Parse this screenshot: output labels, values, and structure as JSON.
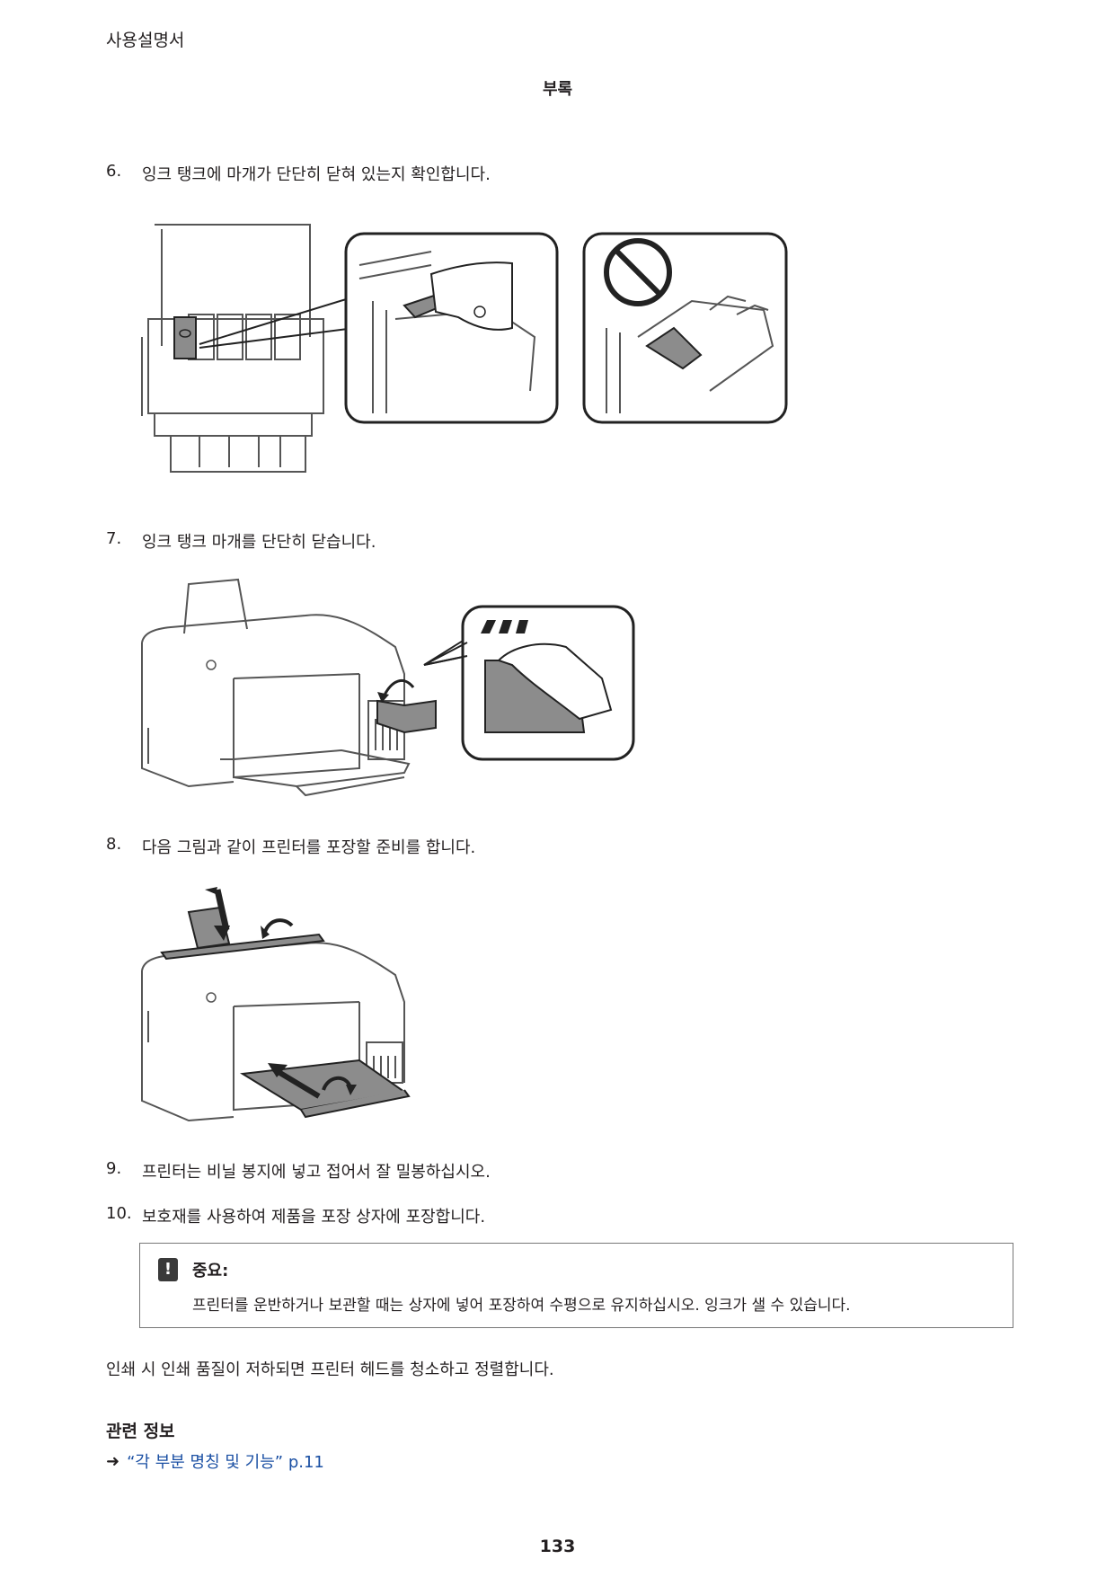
{
  "header": {
    "manual_title": "사용설명서",
    "section_title": "부록"
  },
  "steps": [
    {
      "number": "6.",
      "text": "잉크 탱크에 마개가 단단히 닫혀 있는지 확인합니다."
    },
    {
      "number": "7.",
      "text": "잉크 탱크 마개를 단단히 닫습니다."
    },
    {
      "number": "8.",
      "text": "다음 그림과 같이 프린터를 포장할 준비를 합니다."
    },
    {
      "number": "9.",
      "text": "프린터는 비닐 봉지에 넣고 접어서 잘 밀봉하십시오."
    },
    {
      "number": "10.",
      "text": "보호재를 사용하여 제품을 포장 상자에 포장합니다."
    }
  ],
  "important": {
    "icon": "exclamation-icon",
    "heading": "중요:",
    "text": "프린터를 운반하거나 보관할 때는 상자에 넣어 포장하여 수평으로 유지하십시오. 잉크가 샐 수 있습니다."
  },
  "note": "인쇄 시 인쇄 품질이 저하되면 프린터 헤드를 청소하고 정렬합니다.",
  "related": {
    "heading": "관련 정보",
    "link_text": "“각 부분 명칭 및 기능” p.11",
    "arrow_icon": "right-arrow-icon"
  },
  "page_number": "133",
  "colors": {
    "text": "#231f20",
    "link": "#1a4fa3",
    "ink_cap": "#8c8c8c"
  }
}
